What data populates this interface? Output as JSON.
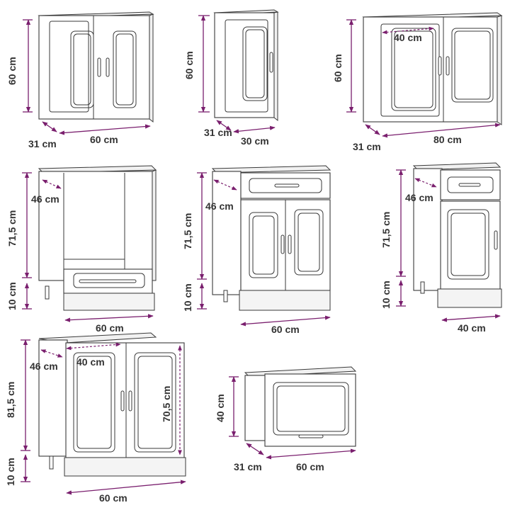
{
  "colors": {
    "dimension": "#7a1f6e",
    "outline": "#3a3a3a",
    "text": "#333333"
  },
  "cabinets": [
    {
      "name": "wall-cabinet-60",
      "height": "60 cm",
      "depth": "31 cm",
      "width": "60 cm"
    },
    {
      "name": "wall-cabinet-30",
      "height": "60 cm",
      "depth": "31 cm",
      "width": "30 cm"
    },
    {
      "name": "wall-cabinet-80",
      "height": "60 cm",
      "depth": "31 cm",
      "width": "80 cm",
      "inner": "40 cm"
    },
    {
      "name": "oven-base-cabinet-60",
      "height": "71,5 cm",
      "depth": "46 cm",
      "legs": "10 cm",
      "width": "60 cm"
    },
    {
      "name": "drawer-base-cabinet-60",
      "height": "71,5 cm",
      "depth": "46 cm",
      "legs": "10 cm",
      "width": "60 cm"
    },
    {
      "name": "drawer-base-cabinet-40",
      "height": "71,5 cm",
      "depth": "46 cm",
      "legs": "10 cm",
      "width": "40 cm"
    },
    {
      "name": "sink-base-cabinet-60",
      "height": "81,5 cm",
      "depth": "46 cm",
      "inner": "40 cm",
      "inner_height": "70,5 cm",
      "legs": "10 cm",
      "width": "60 cm"
    },
    {
      "name": "hood-cabinet-60",
      "height": "40 cm",
      "depth": "31 cm",
      "width": "60 cm"
    }
  ]
}
